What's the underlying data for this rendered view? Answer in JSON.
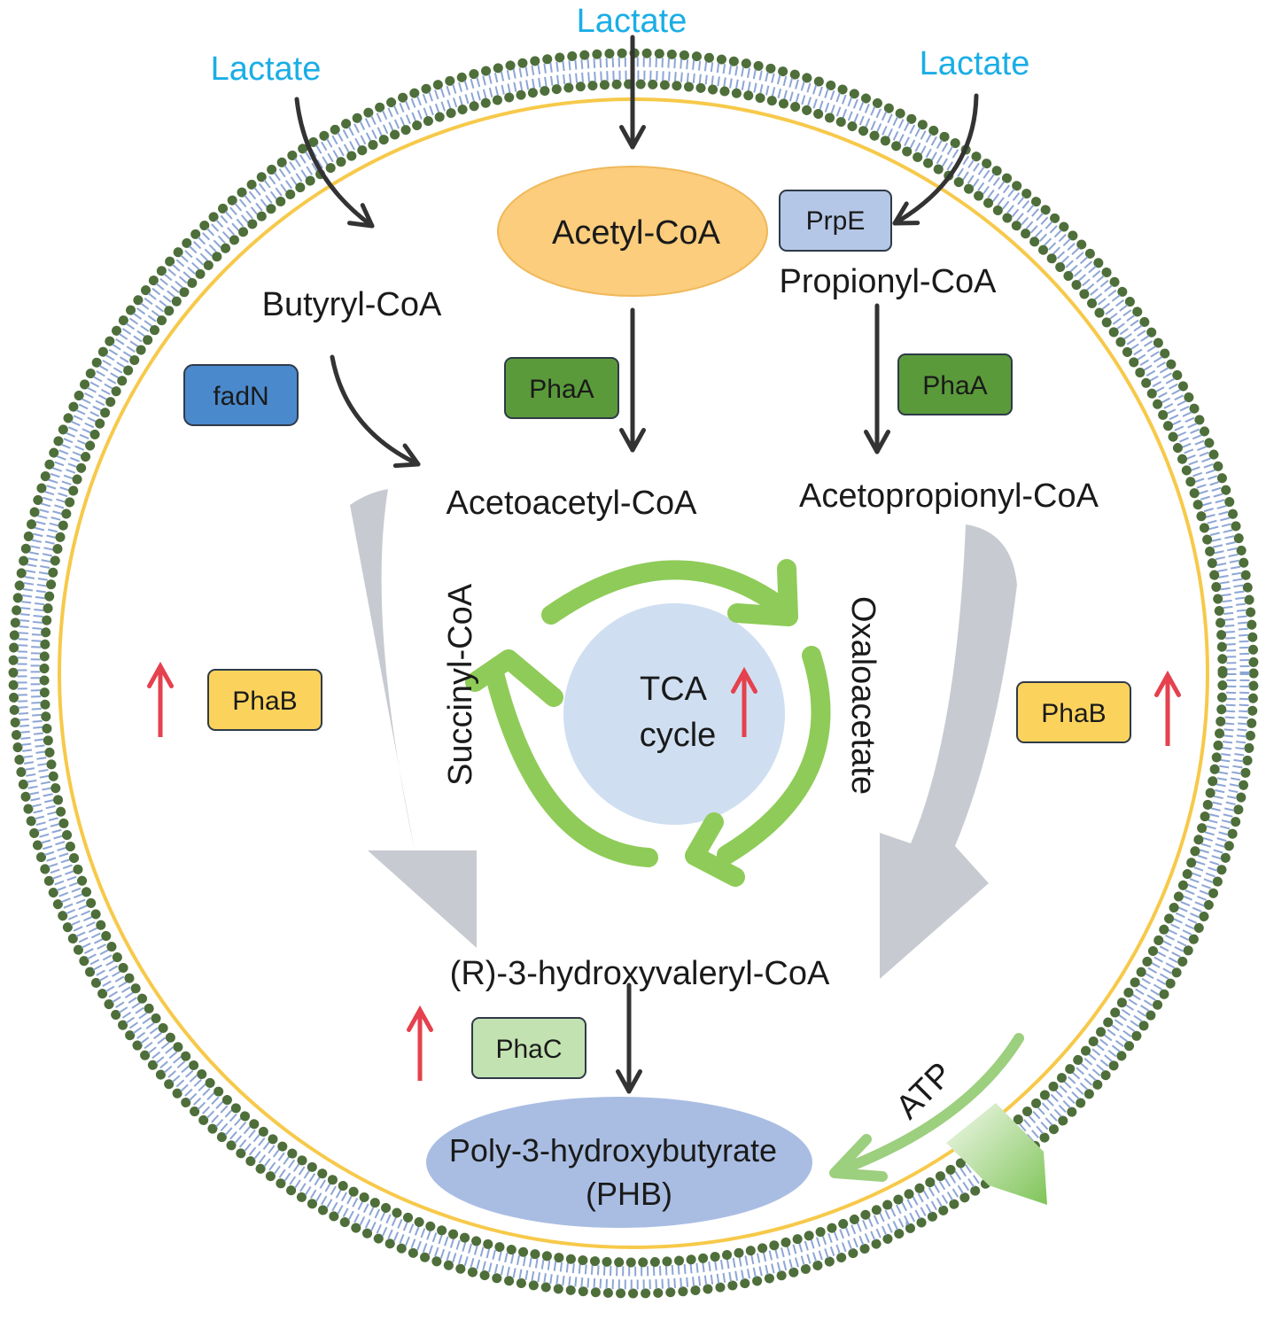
{
  "colors": {
    "lactate": "#1aaee6",
    "membrane_bead": "#4e6e3a",
    "membrane_inner_line": "#f7c94a",
    "acetyl_coa_fill": "#fbcd7c",
    "pha_a_fill": "#5a9a3a",
    "pha_b_fill": "#fbd35c",
    "pha_c_fill": "#c3e2b2",
    "fadn_fill": "#4a89cc",
    "prpe_fill": "#b4c7e7",
    "tca_fill": "#cfdff1",
    "tca_arrow": "#8fcb58",
    "gray_arrow": "#c7cbd1",
    "up_arrow": "#e5414e",
    "phb_fill": "#a9bde3",
    "atp_arrow": "#9ccf7e"
  },
  "lactate": {
    "left": "Lactate",
    "center": "Lactate",
    "right": "Lactate"
  },
  "metabolites": {
    "acetyl_coa": "Acetyl-CoA",
    "butyryl_coa": "Butyryl-CoA",
    "propionyl_coa": "Propionyl-CoA",
    "acetoacetyl_coa": "Acetoacetyl-CoA",
    "acetopropionyl_coa": "Acetopropionyl-CoA",
    "succinyl_coa": "Succinyl-CoA",
    "oxaloacetate": "Oxaloacetate",
    "hydroxyvaleryl_coa": "(R)-3-hydroxyvaleryl-CoA",
    "phb_line1": "Poly-3-hydroxybutyrate",
    "phb_line2": "(PHB)"
  },
  "tca": {
    "line1": "TCA",
    "line2": "cycle"
  },
  "enzymes": {
    "fadn": "fadN",
    "prpe": "PrpE",
    "pha_a_left": "PhaA",
    "pha_a_right": "PhaA",
    "pha_b_left": "PhaB",
    "pha_b_right": "PhaB",
    "pha_c": "PhaC"
  },
  "energy": {
    "atp": "ATP"
  },
  "icons": {
    "up_arrow": "upregulated-arrow-icon",
    "membrane": "lipid-bilayer"
  }
}
